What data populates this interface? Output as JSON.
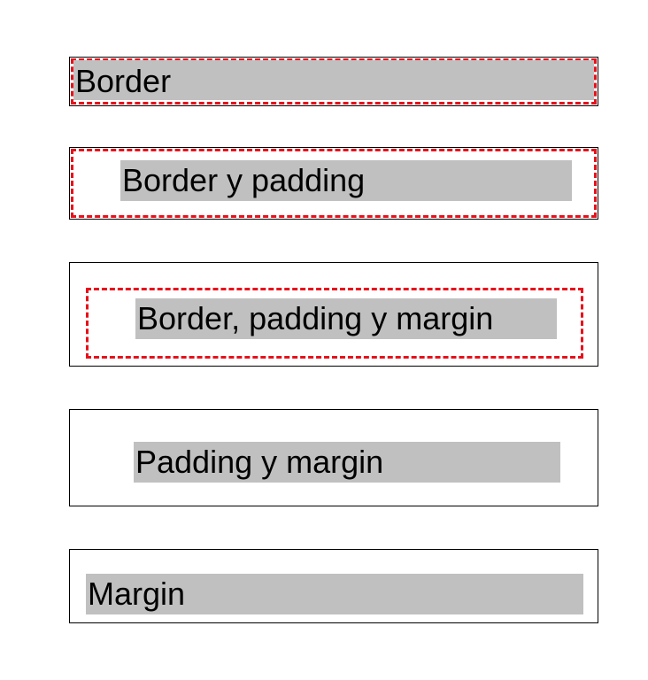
{
  "colors": {
    "border_dashed": "#e8101a",
    "content_fill": "#c0c0c0",
    "outer_border": "#000000",
    "background": "#ffffff"
  },
  "boxes": [
    {
      "label": "Border"
    },
    {
      "label": "Border y padding"
    },
    {
      "label": "Border, padding y margin"
    },
    {
      "label": "Padding y margin"
    },
    {
      "label": "Margin"
    }
  ]
}
